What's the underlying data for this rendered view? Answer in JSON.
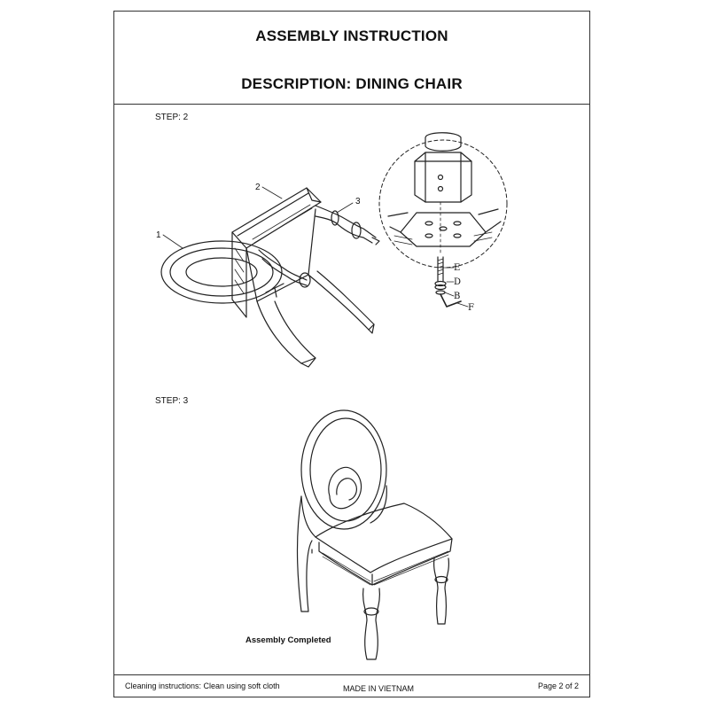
{
  "header": {
    "title": "ASSEMBLY INSTRUCTION",
    "description": "DESCRIPTION: DINING CHAIR"
  },
  "steps": [
    {
      "label": "STEP: 2",
      "callouts": [
        "1",
        "2",
        "3"
      ],
      "hardware_callouts": [
        "E",
        "D",
        "B",
        "F"
      ]
    },
    {
      "label": "STEP: 3",
      "caption": "Assembly Completed"
    }
  ],
  "footer": {
    "cleaning": "Cleaning instructions: Clean using soft cloth",
    "origin": "MADE IN VIETNAM",
    "page": "Page 2 of 2"
  }
}
